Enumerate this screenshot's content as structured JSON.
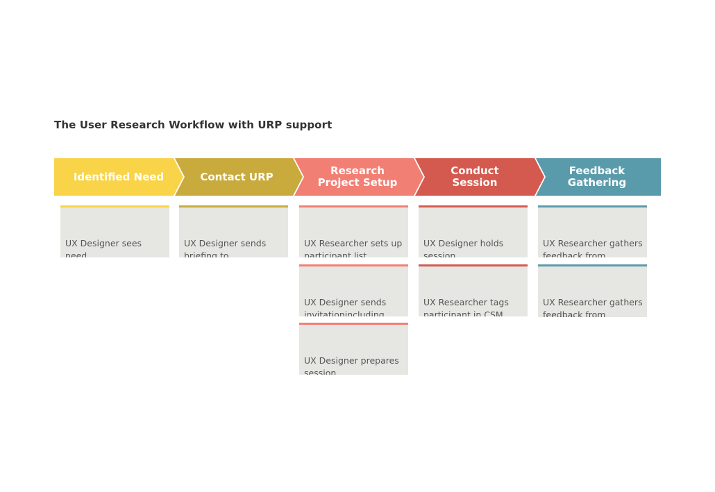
{
  "title": "The User Research Workflow with URP support",
  "colors": {
    "identified_need": "#f9d449",
    "contact_urp": "#c9aa3c",
    "research_project_setup": "#f27f74",
    "conduct_session": "#d45a50",
    "feedback_gathering": "#5a9bab",
    "card_background": "#e6e6e3",
    "card_text": "#555555"
  },
  "stages": [
    {
      "label": "Identified Need",
      "cards": [
        {
          "text": "UX Designer sees need\nfor research &\nsets scope"
        }
      ]
    },
    {
      "label": "Contact URP",
      "cards": [
        {
          "text": "UX Designer sends\nbriefing to\nUX Researcher"
        }
      ]
    },
    {
      "label": "Research\nProject Setup",
      "cards": [
        {
          "text": "UX Researcher sets up\nparticipant list"
        },
        {
          "text": "UX Designer sends\ninvitationincluding\nscheduling tool"
        },
        {
          "text": "UX Designer prepares\nsession"
        }
      ]
    },
    {
      "label": "Conduct\nSession",
      "cards": [
        {
          "text": "UX Designer holds\nsession"
        },
        {
          "text": "UX Researcher tags\nparticipant in CSM"
        }
      ]
    },
    {
      "label": "Feedback\nGathering",
      "cards": [
        {
          "text": "UX Researcher gathers\nfeedback from\nparticipant"
        },
        {
          "text": "UX Researcher gathers\nfeedback from\nUX Designer"
        }
      ]
    }
  ]
}
